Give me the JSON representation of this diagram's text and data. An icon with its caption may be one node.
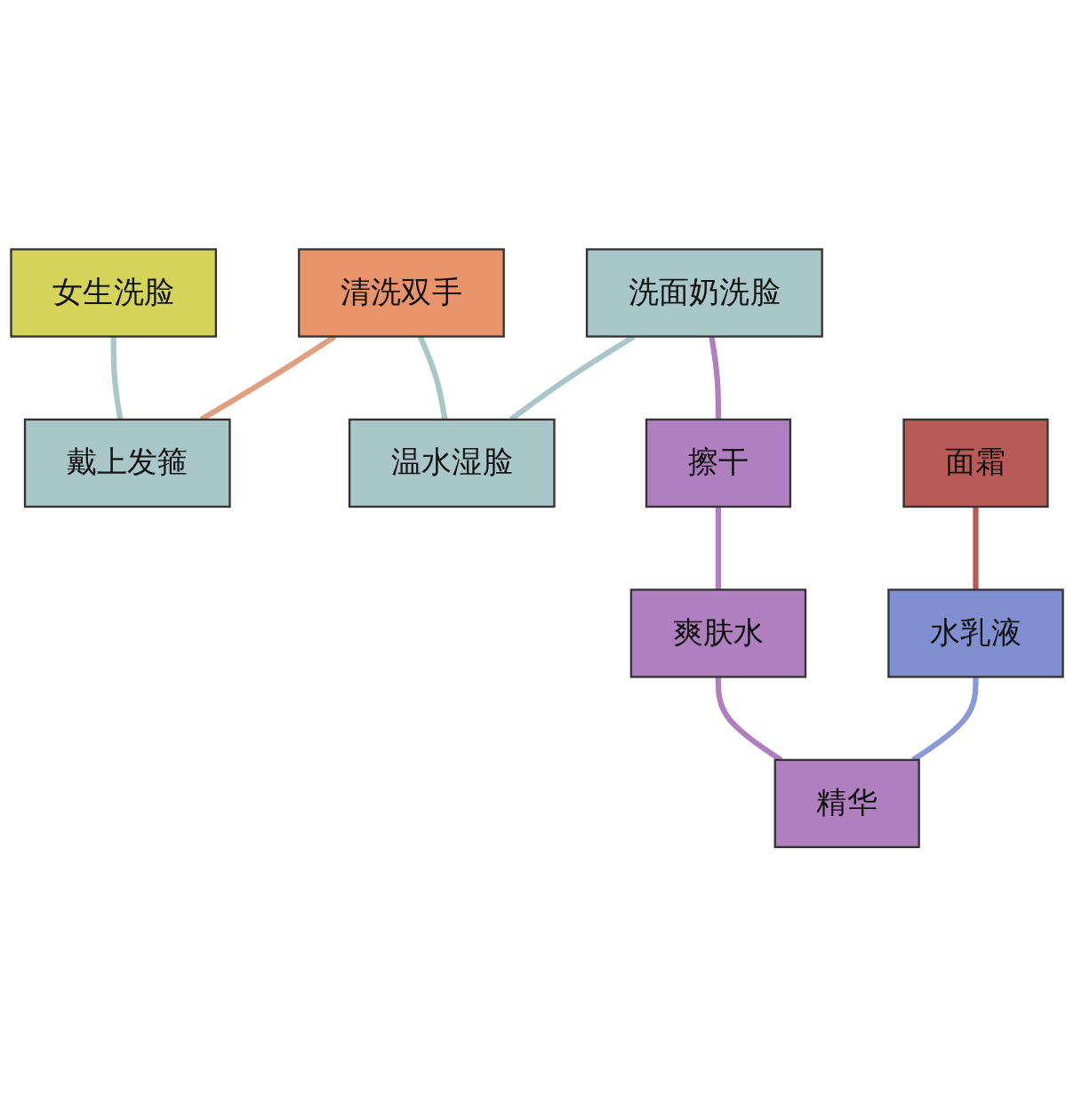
{
  "diagram": {
    "nodes": [
      {
        "text": [
          "女生洗脸"
        ]
      },
      {
        "text": [
          "清洗双手"
        ]
      },
      {
        "text": [
          "戴上发箍"
        ]
      },
      {
        "text": [
          "洗面奶洗脸"
        ]
      },
      {
        "text": [
          "温水湿脸"
        ]
      },
      {
        "text": [
          "擦干"
        ]
      },
      {
        "text": [
          "面霜"
        ]
      },
      {
        "text": [
          "爽肤水"
        ]
      },
      {
        "text": [
          "水乳液"
        ]
      },
      {
        "text": [
          "精华"
        ]
      }
    ],
    "edges": [
      {
        "from": 0,
        "to": 2,
        "arrow": "none",
        "color": "#a9c6c8"
      },
      {
        "from": 1,
        "to": 2,
        "arrow": "none",
        "color": "#e0a080"
      },
      {
        "from": 1,
        "to": 4,
        "arrow": "none",
        "color": "#a9c6c8"
      },
      {
        "from": 3,
        "to": 4,
        "arrow": "none",
        "color": "#a9c6c8"
      },
      {
        "from": 3,
        "to": 5,
        "arrow": "none",
        "color": "#b07fc0"
      },
      {
        "from": 5,
        "to": 7,
        "arrow": "none",
        "color": "#b07fc0"
      },
      {
        "from": 6,
        "to": 8,
        "arrow": "none",
        "color": "#b85a55"
      },
      {
        "from": 7,
        "to": 9,
        "arrow": "none",
        "color": "#b07fc0"
      },
      {
        "from": 8,
        "to": 9,
        "arrow": "none",
        "color": "#8a9ad8"
      }
    ]
  }
}
